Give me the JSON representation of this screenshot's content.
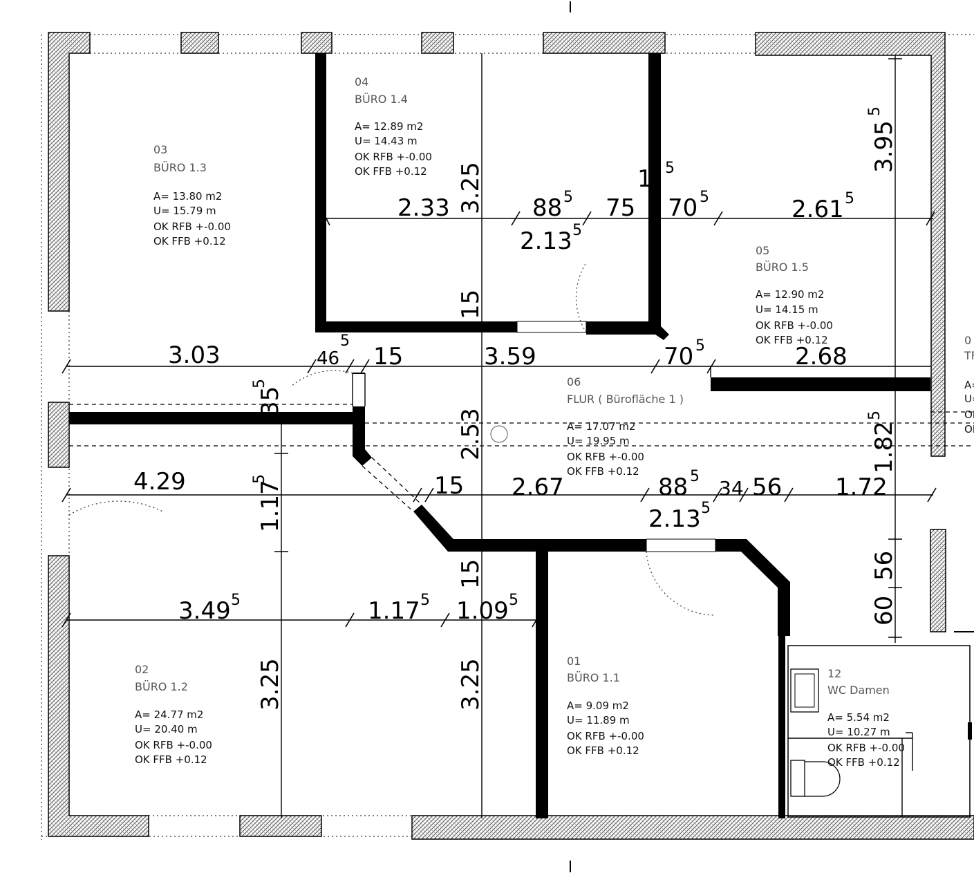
{
  "rooms": [
    {
      "id": "03",
      "name": "BÜRO 1.3",
      "area": "A= 13.80 m2",
      "perimeter": "U= 15.79 m",
      "rfb": "OK RFB +-0.00",
      "ffb": "OK FFB +0.12"
    },
    {
      "id": "04",
      "name": "BÜRO 1.4",
      "area": "A= 12.89 m2",
      "perimeter": "U= 14.43 m",
      "rfb": "OK RFB +-0.00",
      "ffb": "OK FFB +0.12"
    },
    {
      "id": "05",
      "name": "BÜRO 1.5",
      "area": "A= 12.90 m2",
      "perimeter": "U= 14.15 m",
      "rfb": "OK RFB +-0.00",
      "ffb": "OK FFB +0.12"
    },
    {
      "id": "06",
      "name": "FLUR ( Bürofläche 1 )",
      "area": "A= 17.07 m2",
      "perimeter": "U= 19.95 m",
      "rfb": "OK RFB +-0.00",
      "ffb": "OK FFB +0.12"
    },
    {
      "id": "02",
      "name": "BÜRO 1.2",
      "area": "A= 24.77 m2",
      "perimeter": "U= 20.40 m",
      "rfb": "OK RFB +-0.00",
      "ffb": "OK FFB +0.12"
    },
    {
      "id": "01",
      "name": "BÜRO 1.1",
      "area": "A= 9.09 m2",
      "perimeter": "U= 11.89 m",
      "rfb": "OK RFB +-0.00",
      "ffb": "OK FFB +0.12"
    },
    {
      "id": "12",
      "name": "WC Damen",
      "area": "A= 5.54 m2",
      "perimeter": "U= 10.27 m",
      "rfb": "OK RFB +-0.00",
      "ffb": "OK FFB +0.12"
    }
  ],
  "dimensions": {
    "d_233": "2.33",
    "d_325a": "3.25",
    "d_88a": "88",
    "d_88a_s": "5",
    "d_75": "75",
    "d_70a": "70",
    "d_70a_s": "5",
    "d_261": "2.61",
    "d_261_s": "5",
    "d_2135a": "2.13",
    "d_2135a_s": "5",
    "d_1_5": "1",
    "d_1_5_s": "5",
    "d_395": "3.95",
    "d_395_s": "5",
    "d_15a": "15",
    "d_303": "3.03",
    "d_46": "46",
    "d_46_s": "5",
    "d_15b": "15",
    "d_359": "3.59",
    "d_70b": "70",
    "d_70b_s": "5",
    "d_268": "2.68",
    "d_35": "35",
    "d_35_s": "5",
    "d_253": "2.53",
    "d_1825": "1.82",
    "d_1825_s": "5",
    "d_429": "4.29",
    "d_1175a": "1.17",
    "d_1175a_s": "5",
    "d_15c": "15",
    "d_267": "2.67",
    "d_88b": "88",
    "d_88b_s": "5",
    "d_34": "34",
    "d_56a": "56",
    "d_172": "1.72",
    "d_2135b": "2.13",
    "d_2135b_s": "5",
    "d_15d": "15",
    "d_56b": "56",
    "d_60": "60",
    "d_3495": "3.49",
    "d_3495_s": "5",
    "d_1175b": "1.17",
    "d_1175b_s": "5",
    "d_1095": "1.09",
    "d_1095_s": "5",
    "d_325b": "3.25",
    "d_325c": "3.25",
    "d_right_top": "0",
    "d_right_tf": "TF",
    "d_right_a": "A=",
    "d_right_u": "U=",
    "d_right_o1": "OK",
    "d_right_o2": "OK"
  }
}
